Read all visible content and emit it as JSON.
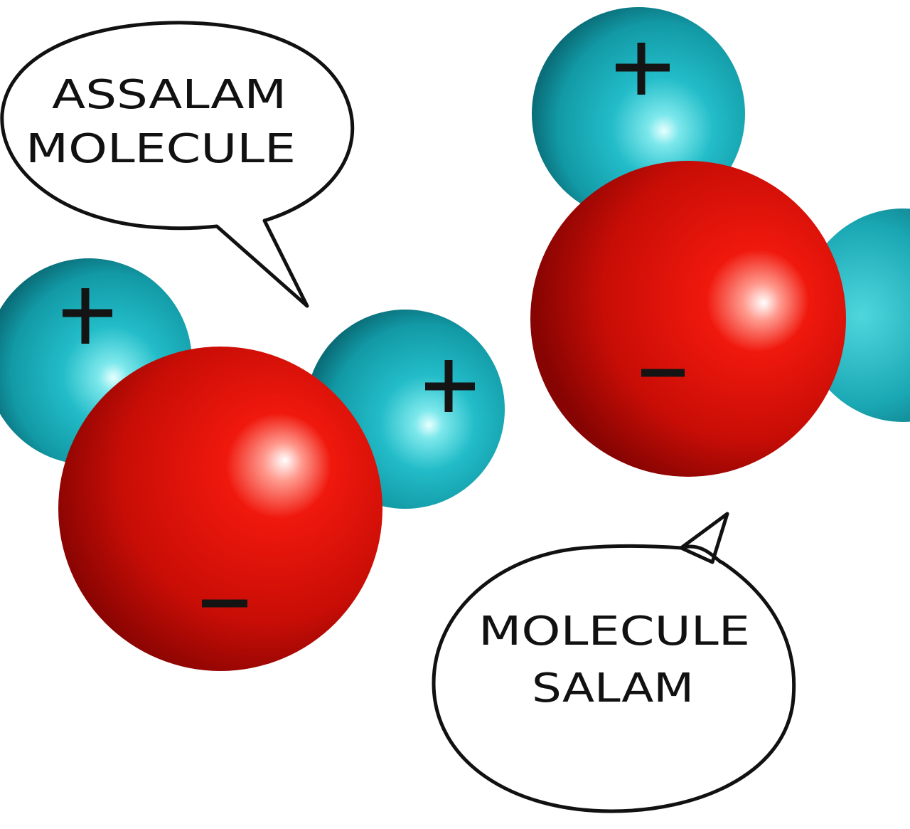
{
  "speech_bubbles": {
    "left": {
      "line1": "ASSALAM",
      "line2": "MOLECULE"
    },
    "right": {
      "line1": "MOLECULE",
      "line2": "SALAM"
    }
  },
  "molecules": {
    "left": {
      "hydrogen_1_charge": "+",
      "hydrogen_2_charge": "+",
      "oxygen_charge": "−"
    },
    "right": {
      "hydrogen_1_charge": "+",
      "oxygen_charge": "−"
    }
  },
  "colors": {
    "oxygen": "#d6120a",
    "hydrogen": "#1fb3c0",
    "background": "#ffffff",
    "outline": "#111111"
  }
}
